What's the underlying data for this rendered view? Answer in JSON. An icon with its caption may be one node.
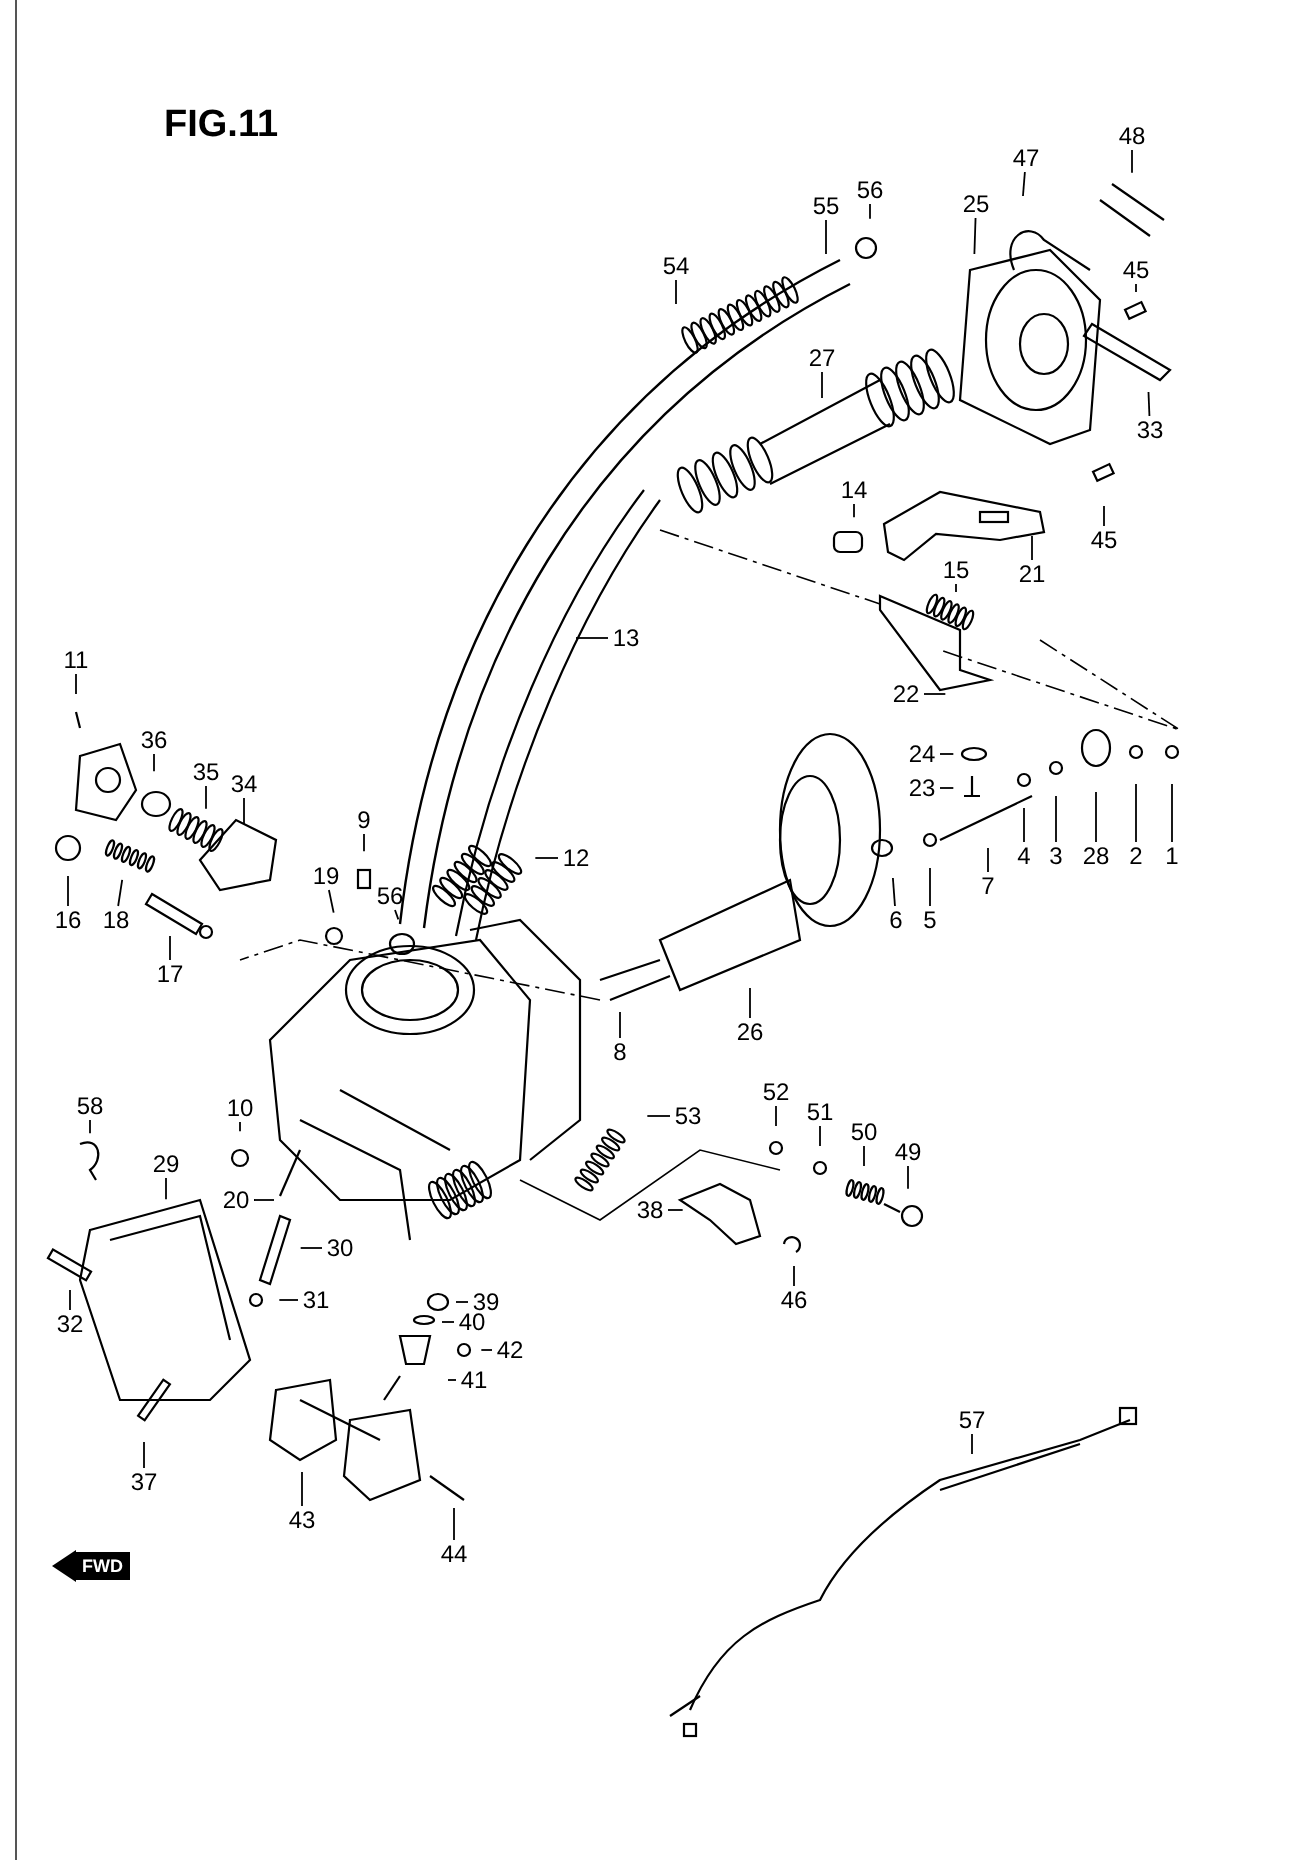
{
  "diagram": {
    "title": "FIG.11",
    "nodes": [
      {
        "text": [
          "48"
        ]
      },
      {
        "text": [
          "56"
        ]
      },
      {
        "text": [
          "47"
        ]
      },
      {
        "text": [
          "55"
        ]
      },
      {
        "text": [
          "25"
        ]
      },
      {
        "text": [
          "54"
        ]
      },
      {
        "text": [
          "45"
        ]
      },
      {
        "text": [
          "27"
        ]
      },
      {
        "text": [
          "33"
        ]
      },
      {
        "text": [
          "14"
        ]
      },
      {
        "text": [
          "45"
        ]
      },
      {
        "text": [
          "15"
        ]
      },
      {
        "text": [
          "21"
        ]
      },
      {
        "text": [
          "13"
        ]
      },
      {
        "text": [
          "11"
        ]
      },
      {
        "text": [
          "22"
        ]
      },
      {
        "text": [
          "36"
        ]
      },
      {
        "text": [
          "24"
        ]
      },
      {
        "text": [
          "35"
        ]
      },
      {
        "text": [
          "34"
        ]
      },
      {
        "text": [
          "23"
        ]
      },
      {
        "text": [
          "9"
        ]
      },
      {
        "text": [
          "1"
        ]
      },
      {
        "text": [
          "2"
        ]
      },
      {
        "text": [
          "28"
        ]
      },
      {
        "text": [
          "3"
        ]
      },
      {
        "text": [
          "12"
        ]
      },
      {
        "text": [
          "4"
        ]
      },
      {
        "text": [
          "19"
        ]
      },
      {
        "text": [
          "7"
        ]
      },
      {
        "text": [
          "56"
        ]
      },
      {
        "text": [
          "16"
        ]
      },
      {
        "text": [
          "5"
        ]
      },
      {
        "text": [
          "6"
        ]
      },
      {
        "text": [
          "18"
        ]
      },
      {
        "text": [
          "17"
        ]
      },
      {
        "text": [
          "26"
        ]
      },
      {
        "text": [
          "8"
        ]
      },
      {
        "text": [
          "52"
        ]
      },
      {
        "text": [
          "58"
        ]
      },
      {
        "text": [
          "10"
        ]
      },
      {
        "text": [
          "53"
        ]
      },
      {
        "text": [
          "51"
        ]
      },
      {
        "text": [
          "50"
        ]
      },
      {
        "text": [
          "49"
        ]
      },
      {
        "text": [
          "29"
        ]
      },
      {
        "text": [
          "20"
        ]
      },
      {
        "text": [
          "38"
        ]
      },
      {
        "text": [
          "30"
        ]
      },
      {
        "text": [
          "31"
        ]
      },
      {
        "text": [
          "46"
        ]
      },
      {
        "text": [
          "39"
        ]
      },
      {
        "text": [
          "32"
        ]
      },
      {
        "text": [
          "40"
        ]
      },
      {
        "text": [
          "42"
        ]
      },
      {
        "text": [
          "41"
        ]
      },
      {
        "text": [
          "57"
        ]
      },
      {
        "text": [
          "37"
        ]
      },
      {
        "text": [
          "43"
        ]
      },
      {
        "text": [
          "44"
        ]
      }
    ],
    "edges": [
      {
        "from": 0,
        "to": null,
        "arrow": "none"
      },
      {
        "from": 1,
        "to": null,
        "arrow": "none"
      },
      {
        "from": 2,
        "to": null,
        "arrow": "none"
      },
      {
        "from": 3,
        "to": null,
        "arrow": "none"
      },
      {
        "from": 4,
        "to": null,
        "arrow": "none"
      },
      {
        "from": 5,
        "to": null,
        "arrow": "none"
      },
      {
        "from": 6,
        "to": null,
        "arrow": "none"
      },
      {
        "from": 7,
        "to": null,
        "arrow": "none"
      },
      {
        "from": 8,
        "to": null,
        "arrow": "none"
      },
      {
        "from": 9,
        "to": null,
        "arrow": "none"
      },
      {
        "from": 10,
        "to": null,
        "arrow": "none"
      },
      {
        "from": 11,
        "to": null,
        "arrow": "none"
      },
      {
        "from": 12,
        "to": null,
        "arrow": "none"
      },
      {
        "from": 13,
        "to": null,
        "arrow": "none"
      },
      {
        "from": 14,
        "to": null,
        "arrow": "none"
      },
      {
        "from": 15,
        "to": null,
        "arrow": "none"
      },
      {
        "from": 16,
        "to": null,
        "arrow": "none"
      },
      {
        "from": 17,
        "to": null,
        "arrow": "none"
      },
      {
        "from": 18,
        "to": null,
        "arrow": "none"
      },
      {
        "from": 19,
        "to": null,
        "arrow": "none"
      },
      {
        "from": 20,
        "to": null,
        "arrow": "none"
      },
      {
        "from": 21,
        "to": null,
        "arrow": "none"
      },
      {
        "from": 22,
        "to": null,
        "arrow": "none"
      },
      {
        "from": 23,
        "to": null,
        "arrow": "none"
      },
      {
        "from": 24,
        "to": null,
        "arrow": "none"
      },
      {
        "from": 25,
        "to": null,
        "arrow": "none"
      },
      {
        "from": 26,
        "to": null,
        "arrow": "none"
      },
      {
        "from": 27,
        "to": null,
        "arrow": "none"
      },
      {
        "from": 28,
        "to": null,
        "arrow": "none"
      },
      {
        "from": 29,
        "to": null,
        "arrow": "none"
      },
      {
        "from": 30,
        "to": null,
        "arrow": "none"
      },
      {
        "from": 31,
        "to": null,
        "arrow": "none"
      },
      {
        "from": 32,
        "to": null,
        "arrow": "none"
      },
      {
        "from": 33,
        "to": null,
        "arrow": "none"
      },
      {
        "from": 34,
        "to": null,
        "arrow": "none"
      },
      {
        "from": 35,
        "to": null,
        "arrow": "none"
      },
      {
        "from": 36,
        "to": null,
        "arrow": "none"
      },
      {
        "from": 37,
        "to": null,
        "arrow": "none"
      },
      {
        "from": 38,
        "to": null,
        "arrow": "none"
      },
      {
        "from": 39,
        "to": null,
        "arrow": "none"
      },
      {
        "from": 40,
        "to": null,
        "arrow": "none"
      },
      {
        "from": 41,
        "to": null,
        "arrow": "none"
      },
      {
        "from": 42,
        "to": null,
        "arrow": "none"
      },
      {
        "from": 43,
        "to": null,
        "arrow": "none"
      },
      {
        "from": 44,
        "to": null,
        "arrow": "none"
      },
      {
        "from": 45,
        "to": null,
        "arrow": "none"
      },
      {
        "from": 46,
        "to": null,
        "arrow": "none"
      },
      {
        "from": 47,
        "to": null,
        "arrow": "none"
      },
      {
        "from": 48,
        "to": null,
        "arrow": "none"
      },
      {
        "from": 49,
        "to": null,
        "arrow": "none"
      },
      {
        "from": 50,
        "to": null,
        "arrow": "none"
      },
      {
        "from": 51,
        "to": null,
        "arrow": "none"
      },
      {
        "from": 52,
        "to": null,
        "arrow": "none"
      },
      {
        "from": 53,
        "to": null,
        "arrow": "none"
      },
      {
        "from": 54,
        "to": null,
        "arrow": "none"
      },
      {
        "from": 55,
        "to": null,
        "arrow": "none"
      },
      {
        "from": 56,
        "to": null,
        "arrow": "none"
      },
      {
        "from": 57,
        "to": null,
        "arrow": "none"
      },
      {
        "from": 58,
        "to": null,
        "arrow": "none"
      },
      {
        "from": 59,
        "to": null,
        "arrow": "none"
      }
    ],
    "labels": [
      "FWD"
    ]
  }
}
